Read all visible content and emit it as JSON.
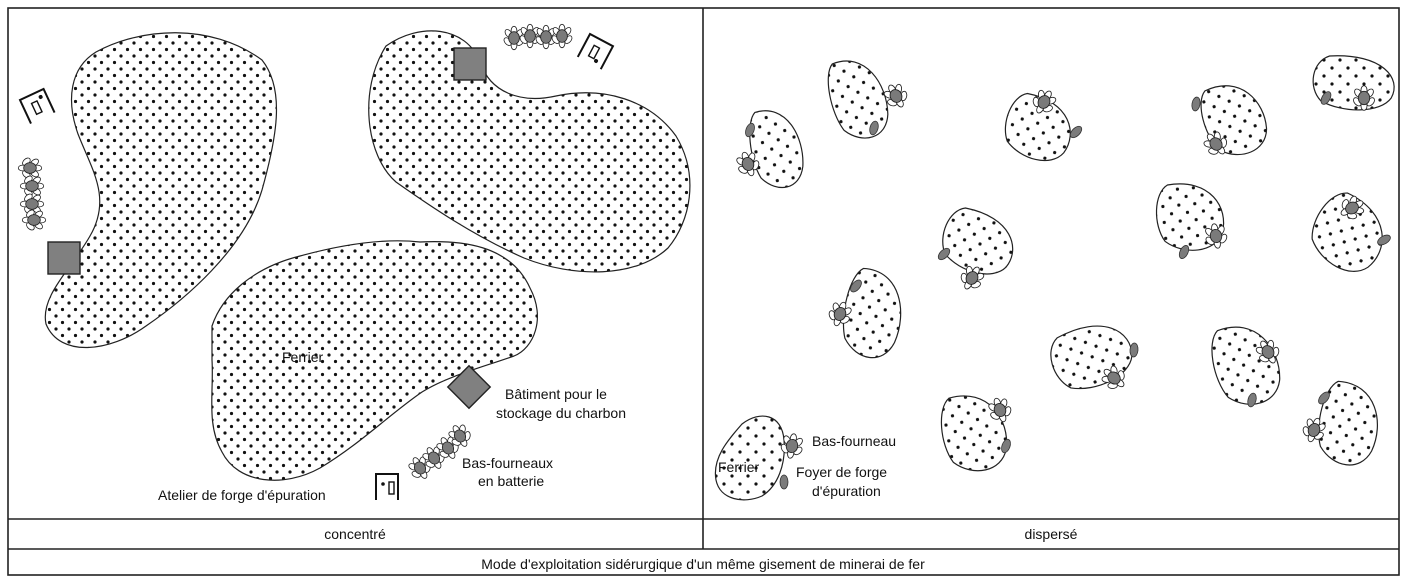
{
  "caption": "Mode d'exploitation sidérurgique d'un même gisement de minerai de fer",
  "panels": {
    "left": {
      "label": "concentré",
      "legend": {
        "ferrier": "Ferrier",
        "batiment_line1": "Bâtiment pour le",
        "batiment_line2": "stockage du charbon",
        "bas_fourneaux_line1": "Bas-fourneaux",
        "bas_fourneaux_line2": "en batterie",
        "atelier": "Atelier de forge d'épuration"
      }
    },
    "right": {
      "label": "dispersé",
      "legend": {
        "ferrier": "Ferrier",
        "bas_fourneau": "Bas-fourneau",
        "foyer_line1": "Foyer de forge",
        "foyer_line2": "d'épuration"
      }
    }
  },
  "colors": {
    "building_fill": "#808080",
    "foyer_fill": "#7b7b7b",
    "ferrier_dot": "#111111",
    "line": "#222222"
  }
}
